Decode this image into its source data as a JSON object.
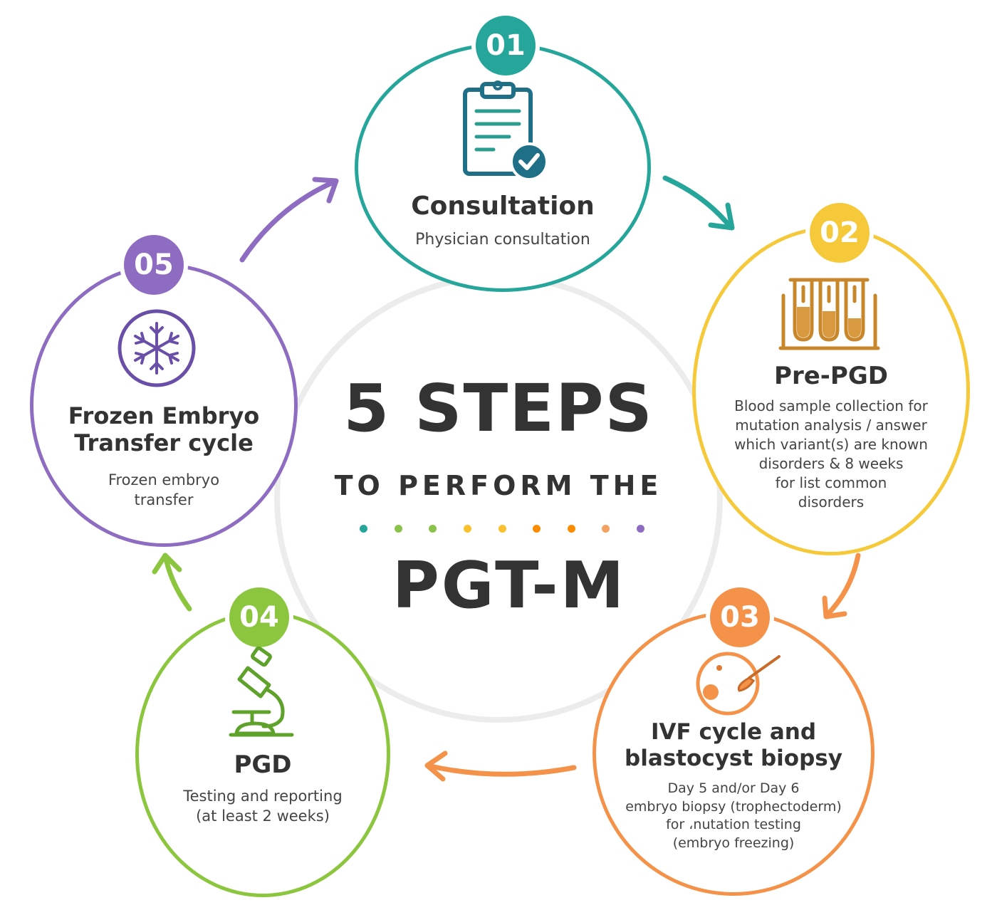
{
  "title": {
    "line1": "5 STEPS",
    "line2": "TO PERFORM THE",
    "line3": "PGT-M"
  },
  "dot_colors": [
    "#26a69a",
    "#8bc34a",
    "#8bc34a",
    "#fbc02d",
    "#fbc02d",
    "#fb8c00",
    "#fb8c00",
    "#f4a261",
    "#8e6cc2"
  ],
  "steps": [
    {
      "number": "01",
      "title": "Consultation",
      "description": "Physician consultation",
      "icon": "clipboard-check-icon",
      "color": "#26a69a"
    },
    {
      "number": "02",
      "title": "Pre-PGD",
      "description": "Blood sample collection for\nmutation analysis / answer\nwhich variant(s) are known\ndisorders & 8 weeks\nfor list common\ndisorders",
      "icon": "test-tubes-icon",
      "color": "#f6c93a"
    },
    {
      "number": "03",
      "title": "IVF cycle and\nblastocyst biopsy",
      "description": "Day 5 and/or Day 6\nembryo biopsy (trophectoderm)\nfor ،nutation testing\n(embryo freezing)",
      "icon": "embryo-biopsy-icon",
      "color": "#f5924a"
    },
    {
      "number": "04",
      "title": "PGD",
      "description": "Testing and reporting\n(at least 2 weeks)",
      "icon": "microscope-icon",
      "color": "#8cc63f"
    },
    {
      "number": "05",
      "title": "Frozen Embryo\nTransfer cycle",
      "description": "Frozen embryo\ntransfer",
      "icon": "snowflake-icon",
      "color": "#8e6cc2"
    }
  ]
}
